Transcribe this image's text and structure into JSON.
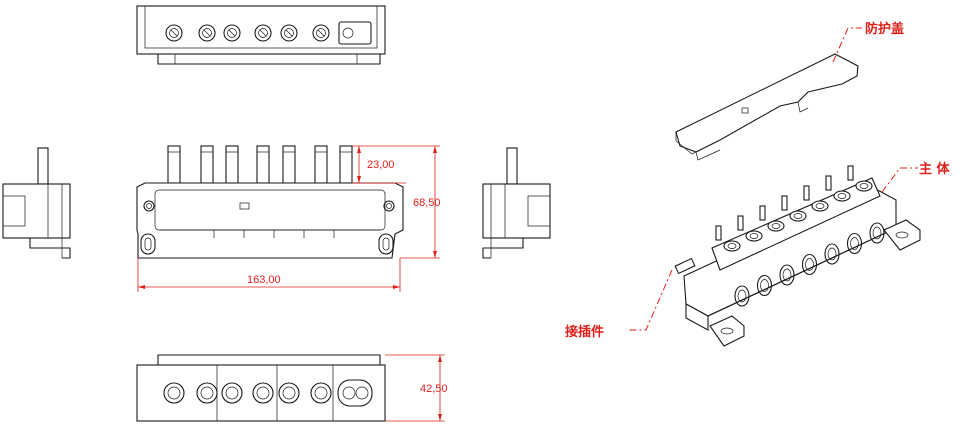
{
  "dimensions": {
    "width": "163,00",
    "height": "68,50",
    "pin_height": "23,00",
    "depth": "42,50"
  },
  "callouts": {
    "cover": "防护盖",
    "body": "主 体",
    "connector": "接插件"
  },
  "colors": {
    "line": "#1a1a1a",
    "dimension": "#e0201a"
  }
}
